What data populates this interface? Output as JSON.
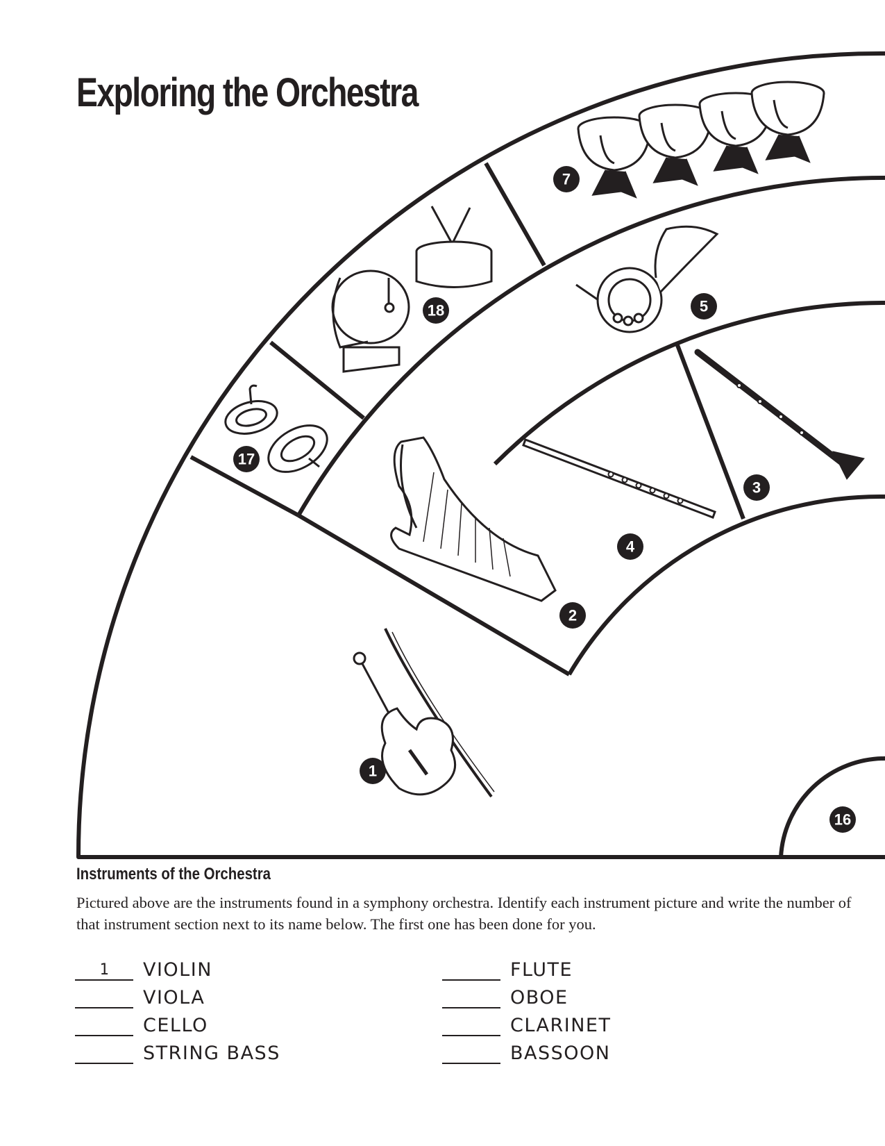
{
  "page": {
    "title": "Exploring the Orchestra"
  },
  "diagram": {
    "sections": [
      {
        "number": "1",
        "instrument": "violin"
      },
      {
        "number": "2",
        "instrument": "harp"
      },
      {
        "number": "3",
        "instrument": "clarinet"
      },
      {
        "number": "4",
        "instrument": "flute"
      },
      {
        "number": "5",
        "instrument": "french horn"
      },
      {
        "number": "7",
        "instrument": "timpani"
      },
      {
        "number": "16",
        "instrument": "conductor podium"
      },
      {
        "number": "17",
        "instrument": "cymbals"
      },
      {
        "number": "18",
        "instrument": "bass drum and snare drum"
      }
    ]
  },
  "instructions": {
    "heading": "Instruments of the Orchestra",
    "body": "Pictured above are the instruments found in a symphony orchestra. Identify each instrument picture and write the number of that instrument section next to its name below. The first one has been done for you."
  },
  "answers": {
    "left": [
      {
        "blank": "1",
        "name": "VIOLIN"
      },
      {
        "blank": "",
        "name": "VIOLA"
      },
      {
        "blank": "",
        "name": "CELLO"
      },
      {
        "blank": "",
        "name": "STRING BASS"
      }
    ],
    "right": [
      {
        "blank": "",
        "name": "FLUTE"
      },
      {
        "blank": "",
        "name": "OBOE"
      },
      {
        "blank": "",
        "name": "CLARINET"
      },
      {
        "blank": "",
        "name": "BASSOON"
      }
    ]
  }
}
